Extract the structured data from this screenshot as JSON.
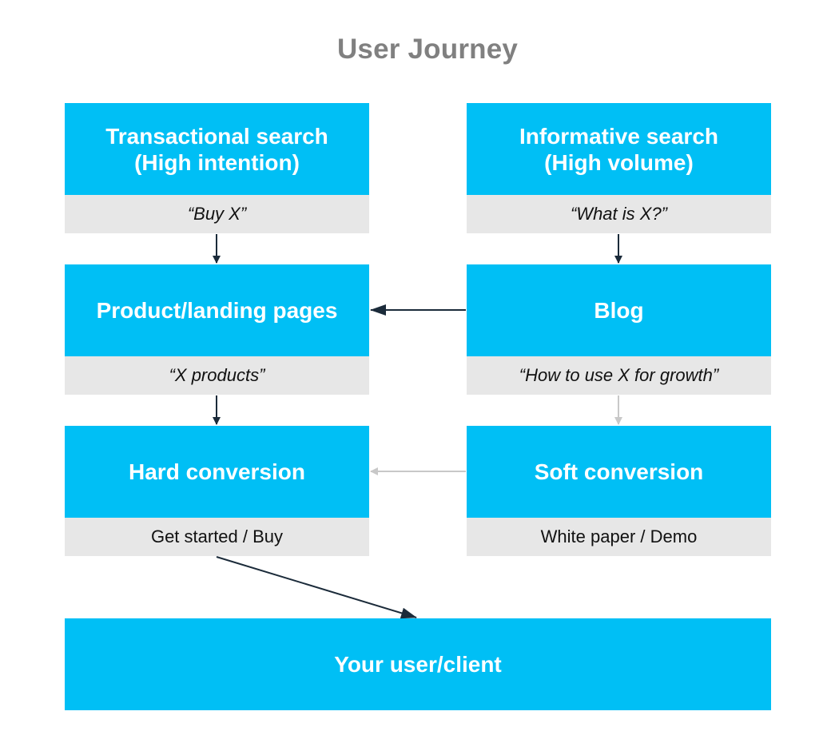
{
  "diagram": {
    "title": "User Journey",
    "nodes": {
      "transactional": {
        "label": "Transactional search\n(High intention)",
        "sub": "“Buy X”"
      },
      "informative": {
        "label": "Informative search\n(High volume)",
        "sub": "“What is X?”"
      },
      "product": {
        "label": "Product/landing pages",
        "sub": "“X products”"
      },
      "blog": {
        "label": "Blog",
        "sub": "“How to use X for growth”"
      },
      "hard": {
        "label": "Hard conversion",
        "sub": "Get started / Buy"
      },
      "soft": {
        "label": "Soft conversion",
        "sub": "White paper / Demo"
      },
      "user": {
        "label": "Your user/client"
      }
    },
    "colors": {
      "box": "#00bff5",
      "sub_box": "#e7e7e7",
      "arrow_primary": "#1b2b3a",
      "arrow_secondary": "#c8c8c8",
      "title": "#808080"
    }
  }
}
